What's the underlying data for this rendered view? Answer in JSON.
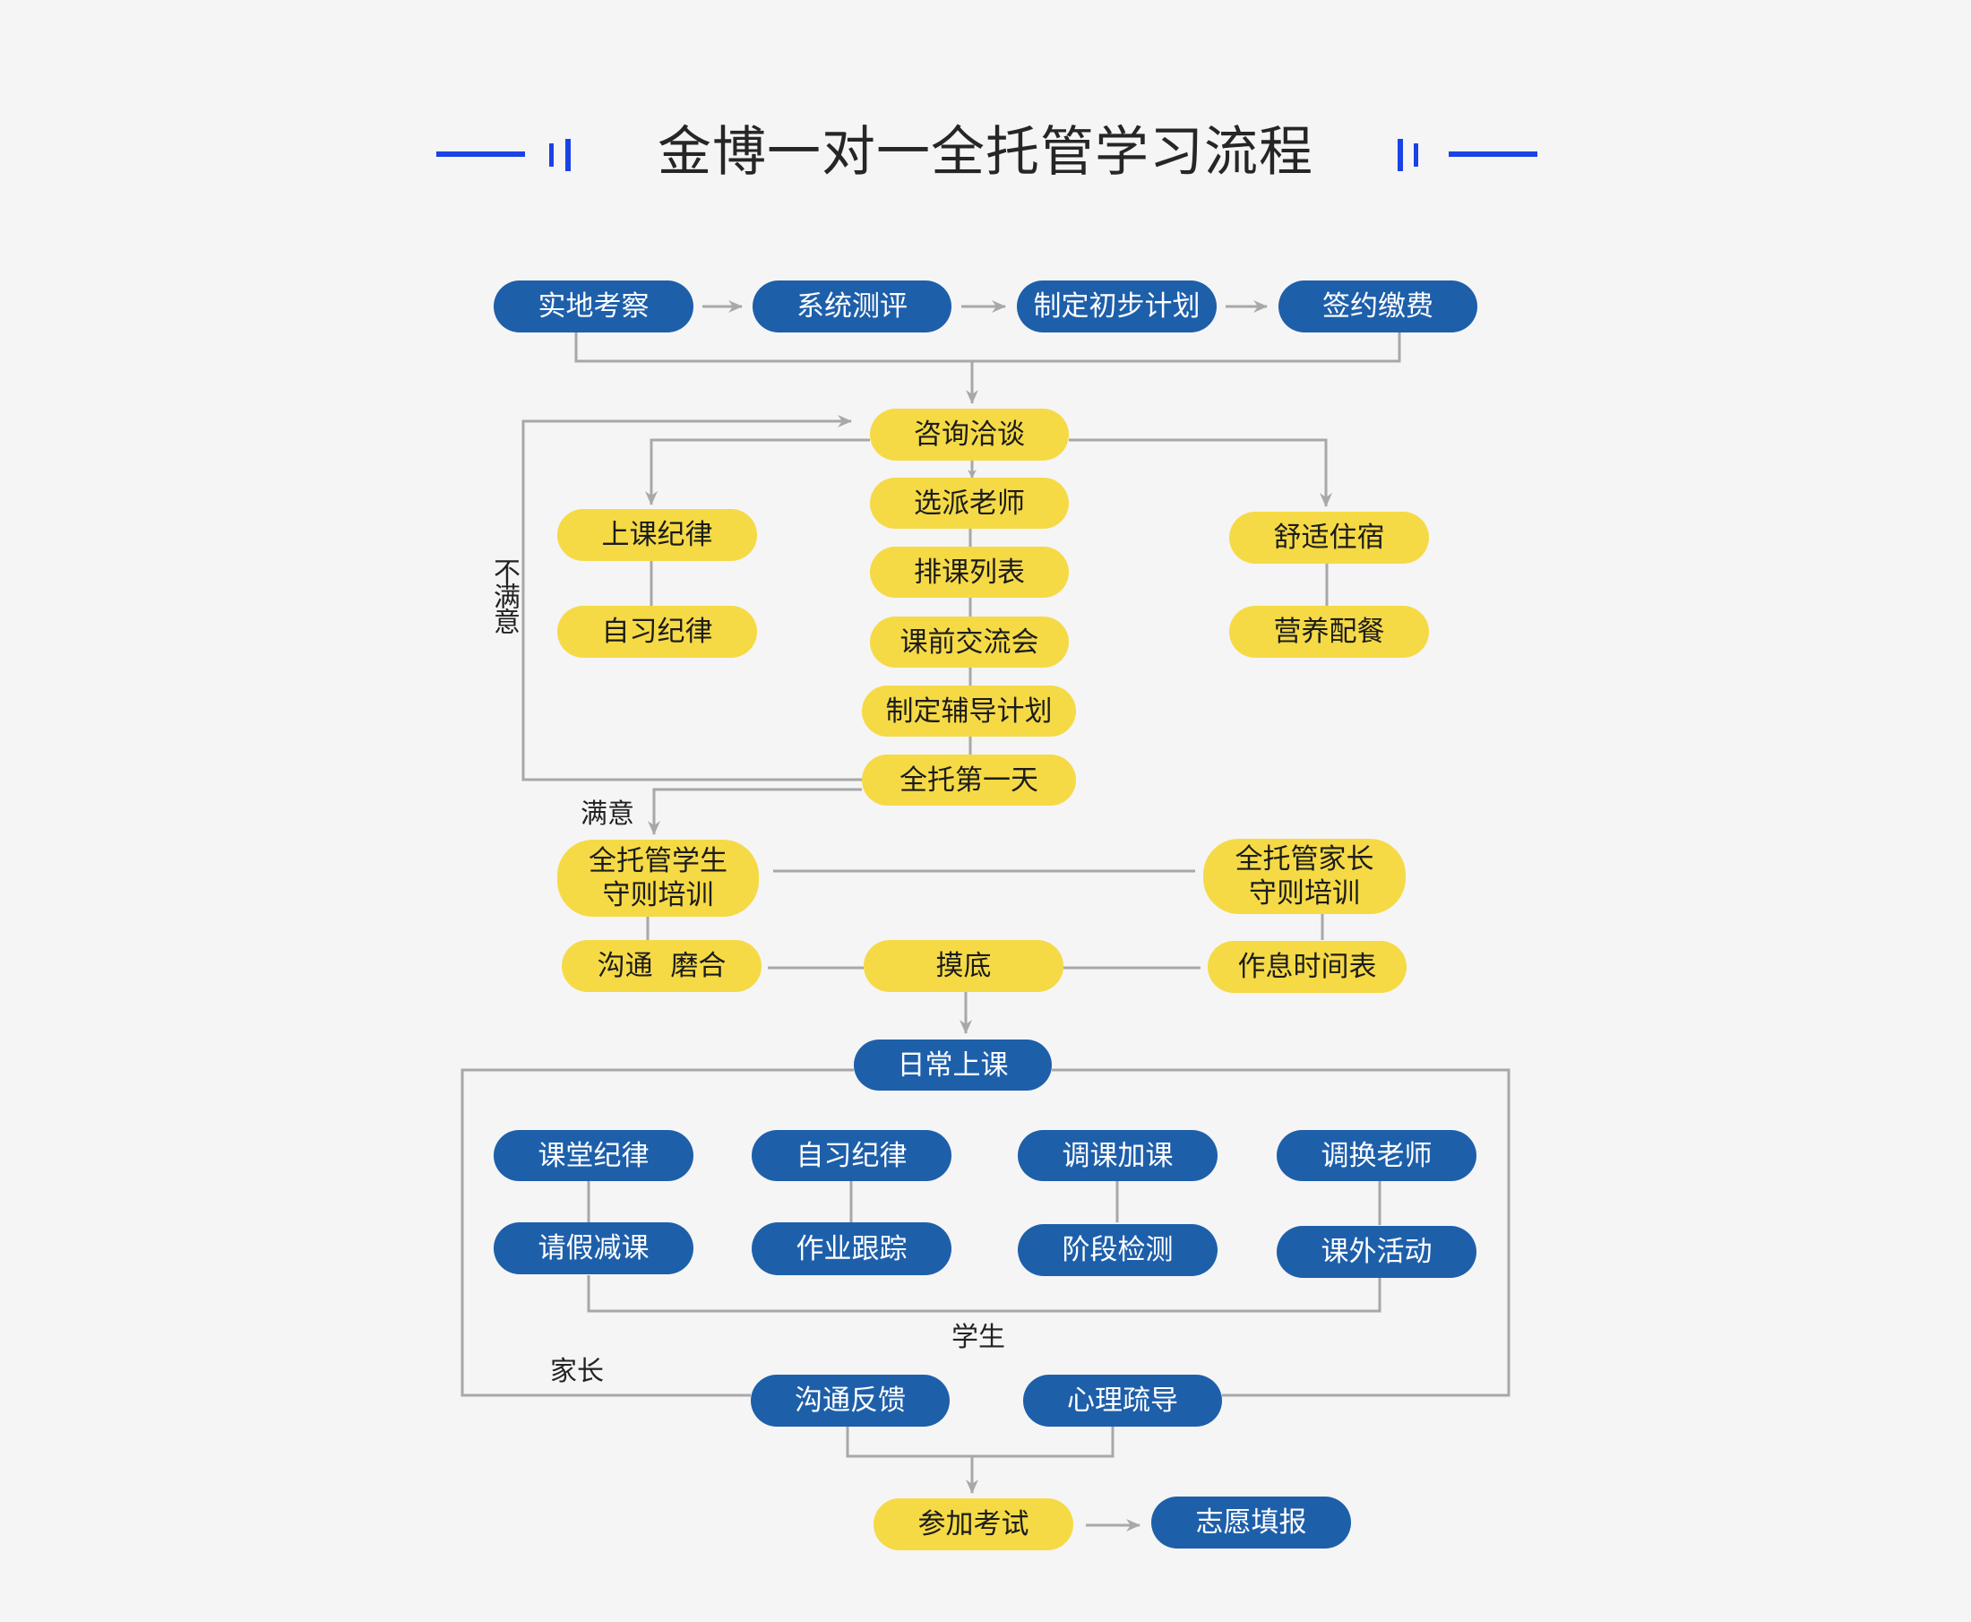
{
  "title": "金博一对一全托管学习流程",
  "colors": {
    "accent": "#1a43e6",
    "blue_node": "#1e5faa",
    "yellow_node": "#f5da46",
    "line": "#a8a8a8",
    "background": "#f5f5f5"
  },
  "stage1": [
    "实地考察",
    "系统测评",
    "制定初步计划",
    "签约缴费"
  ],
  "consult": "咨询洽谈",
  "center_chain": [
    "选派老师",
    "排课列表",
    "课前交流会",
    "制定辅导计划",
    "全托第一天"
  ],
  "left_branch": [
    "上课纪律",
    "自习纪律"
  ],
  "right_branch": [
    "舒适住宿",
    "营养配餐"
  ],
  "loop_labels": {
    "unsatisfied": "不满意",
    "satisfied": "满意"
  },
  "training": {
    "student": "全托管学生\n守则培训",
    "parent": "全托管家长\n守则培训"
  },
  "adapt_row": [
    "沟通  磨合",
    "摸底",
    "作息时间表"
  ],
  "daily": "日常上课",
  "daily_grid": {
    "row1": [
      "课堂纪律",
      "自习纪律",
      "调课加课",
      "调换老师"
    ],
    "row2": [
      "请假减课",
      "作业跟踪",
      "阶段检测",
      "课外活动"
    ]
  },
  "group_labels": {
    "student": "学生",
    "parent": "家长"
  },
  "support": [
    "沟通反馈",
    "心理疏导"
  ],
  "final": [
    "参加考试",
    "志愿填报"
  ]
}
